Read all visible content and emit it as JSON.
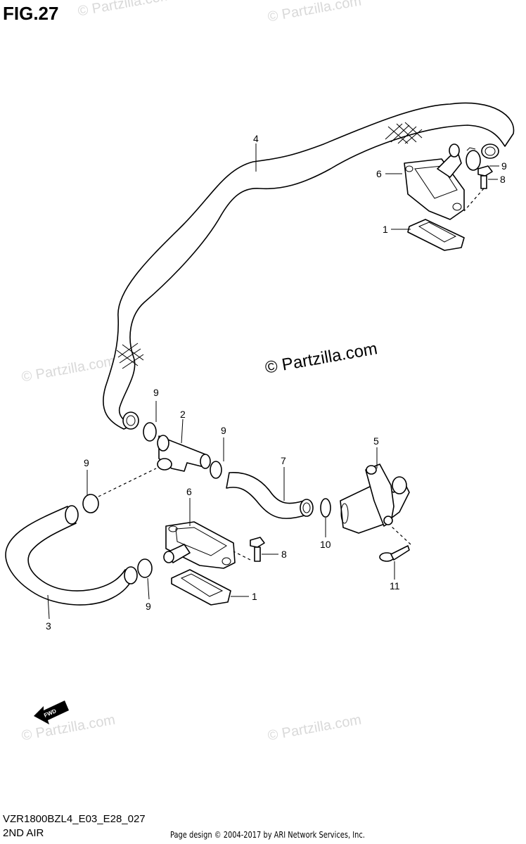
{
  "figure": {
    "title": "FIG.27"
  },
  "footer": {
    "model_code": "VZR1800BZL4_E03_E28_027",
    "section": "2ND AIR",
    "credit": "Page design © 2004-2017 by ARI Network Services, Inc."
  },
  "watermarks": {
    "center": "© Partzilla.com",
    "faded": "© Partzilla.com"
  },
  "callouts": {
    "c1a": "1",
    "c1b": "1",
    "c2": "2",
    "c3": "3",
    "c4": "4",
    "c5": "5",
    "c6a": "6",
    "c6b": "6",
    "c7": "7",
    "c8a": "8",
    "c8b": "8",
    "c9a": "9",
    "c9b": "9",
    "c9c": "9",
    "c9d": "9",
    "c9e": "9",
    "c10": "10",
    "c11": "11"
  },
  "icons": {
    "fwd_arrow": "fwd-arrow-icon"
  },
  "fwd_label": "FWD",
  "colors": {
    "line": "#000000",
    "watermark": "#d9d9d9",
    "background": "#ffffff"
  }
}
